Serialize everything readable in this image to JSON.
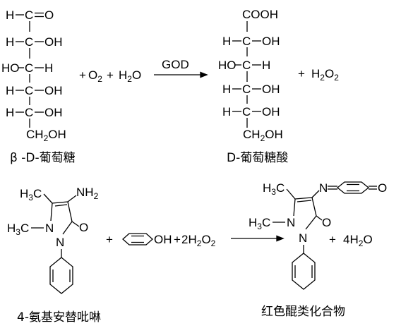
{
  "glucose": {
    "rows": [
      {
        "left": "H",
        "right": "O"
      },
      {
        "left": "H",
        "right": "OH"
      },
      {
        "left": "HO",
        "right": "H"
      },
      {
        "left": "H",
        "right": "OH"
      },
      {
        "left": "H",
        "right": "OH"
      }
    ],
    "bottom": "CH2OH",
    "name": "β -D-葡萄糖"
  },
  "reaction1": {
    "plus1": "+",
    "o2": "O",
    "o2_sub": "2",
    "plus2": "+",
    "h2o_h": "H",
    "h2o_sub": "2",
    "h2o_o": "O",
    "catalyst": "GOD",
    "plus3": "+",
    "h2o2_h": "H",
    "h2o2_sub1": "2",
    "h2o2_o": "O",
    "h2o2_sub2": "2"
  },
  "gluconic_acid": {
    "top": "COOH",
    "rows": [
      {
        "left": "H",
        "right": "OH"
      },
      {
        "left": "HO",
        "right": "H"
      },
      {
        "left": "H",
        "right": "OH"
      },
      {
        "left": "H",
        "right": "OH"
      }
    ],
    "bottom": "CH2OH",
    "name": "D-葡萄糖酸"
  },
  "aminoantipyrine": {
    "h3c": "H",
    "h3c_sub": "3",
    "h3c_c": "C",
    "nh2": "NH",
    "nh2_sub": "2",
    "h3c_n": "H",
    "h3c_n_sub": "3",
    "h3c_n_c": "C",
    "n1": "N",
    "n2": "N",
    "o": "O",
    "name": "4-氨基安替吡啉"
  },
  "reaction2": {
    "plus1": "+",
    "phenol_oh": "OH",
    "plus2": "+",
    "coef": "2",
    "h2o2_h": "H",
    "h2o2_sub1": "2",
    "h2o2_o": "O",
    "h2o2_sub2": "2",
    "plus3": "+",
    "coef2": "4",
    "h2o_h": "H",
    "h2o_sub": "2",
    "h2o_o": "O"
  },
  "quinone_dye": {
    "h3c": "H",
    "h3c_sub": "3",
    "h3c_c": "C",
    "n_imine": "N",
    "o_quinone": "O",
    "h3c_n": "H",
    "h3c_n_sub": "3",
    "h3c_n_c": "C",
    "n1": "N",
    "n2": "N",
    "o": "O",
    "name": "红色醌类化合物"
  }
}
